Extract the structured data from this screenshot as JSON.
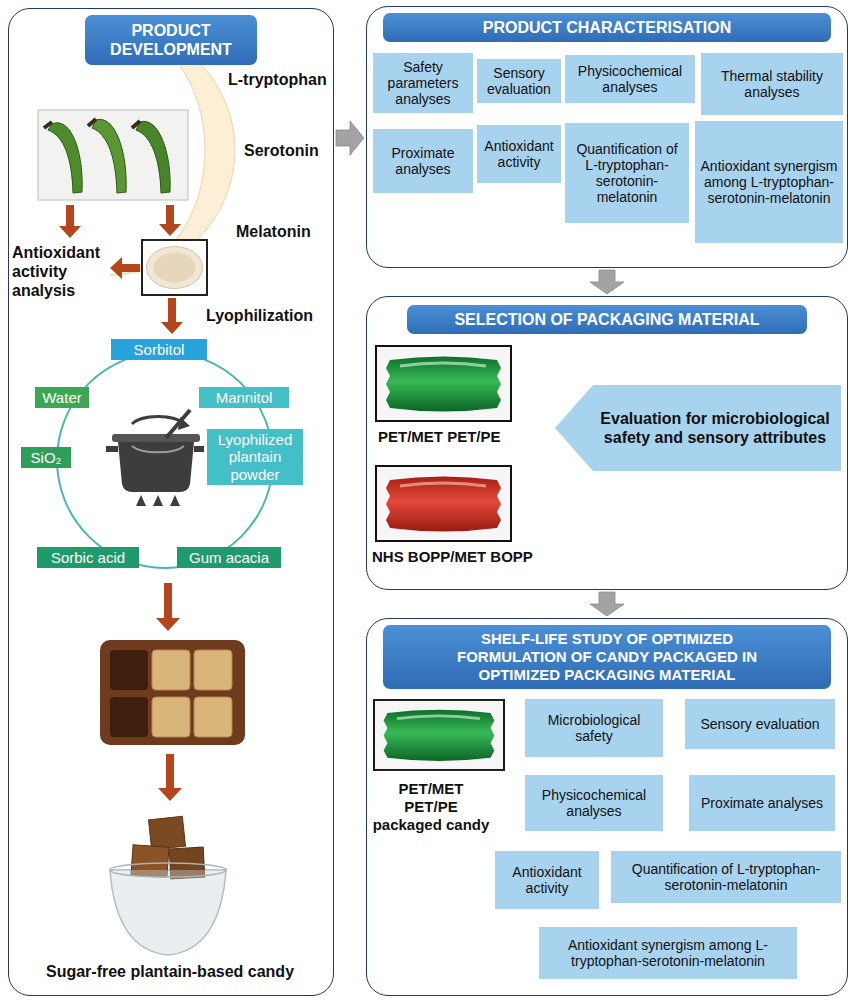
{
  "diagram": {
    "nodes": [
      {
        "text": [
          "PRODUCT DEVELOPMENT"
        ]
      },
      {
        "text": [
          "Sorbitol"
        ],
        "in": 0
      },
      {
        "text": [
          "Water"
        ],
        "in": 0
      },
      {
        "text": [
          "Mannitol"
        ],
        "in": 0
      },
      {
        "text": [
          "SiO₂"
        ],
        "in": 0
      },
      {
        "text": [
          "Lyophilized plantain powder"
        ],
        "in": 0
      },
      {
        "text": [
          "Sorbic acid"
        ],
        "in": 0
      },
      {
        "text": [
          "Gum acacia"
        ],
        "in": 0
      },
      {
        "text": [
          "PRODUCT CHARACTERISATION"
        ]
      },
      {
        "text": [
          "Safety parameters analyses"
        ],
        "in": 8
      },
      {
        "text": [
          "Sensory evaluation"
        ],
        "in": 8
      },
      {
        "text": [
          "Physicochemical analyses"
        ],
        "in": 8
      },
      {
        "text": [
          "Thermal stability analyses"
        ],
        "in": 8
      },
      {
        "text": [
          "Proximate analyses"
        ],
        "in": 8
      },
      {
        "text": [
          "Antioxidant activity"
        ],
        "in": 8
      },
      {
        "text": [
          "Quantification of L-tryptophan-serotonin-melatonin"
        ],
        "in": 8
      },
      {
        "text": [
          "Antioxidant synergism among L-tryptophan-serotonin-melatonin"
        ],
        "in": 8
      },
      {
        "text": [
          "SELECTION OF PACKAGING MATERIAL"
        ]
      },
      {
        "text": [
          "Evaluation for microbiological safety and sensory attributes"
        ],
        "in": 17
      },
      {
        "text": [
          "SHELF-LIFE STUDY OF OPTIMIZED FORMULATION OF CANDY PACKAGED IN OPTIMIZED PACKAGING MATERIAL"
        ]
      },
      {
        "text": [
          "Microbiological safety"
        ],
        "in": 19
      },
      {
        "text": [
          "Sensory evaluation"
        ],
        "in": 19
      },
      {
        "text": [
          "Physicochemical analyses"
        ],
        "in": 19
      },
      {
        "text": [
          "Proximate analyses"
        ],
        "in": 19
      },
      {
        "text": [
          "Antioxidant activity"
        ],
        "in": 19
      },
      {
        "text": [
          "Quantification of L-tryptophan-serotonin-melatonin"
        ],
        "in": 19
      },
      {
        "text": [
          "Antioxidant synergism among L-tryptophan-serotonin-melatonin"
        ],
        "in": 19
      }
    ],
    "edges": [
      {
        "from": 0,
        "to": 8,
        "arrow": "to"
      },
      {
        "from": 8,
        "to": 17,
        "arrow": "to"
      },
      {
        "from": 17,
        "to": 19,
        "arrow": "to"
      }
    ],
    "labels": [
      "L-tryptophan",
      "Serotonin",
      "Melatonin",
      "Antioxidant activity analysis",
      "Lyophilization",
      "Sugar-free plantain-based candy",
      "PET/MET PET/PE",
      "NHS BOPP/MET BOPP",
      "PET/MET PET/PE packaged candy"
    ]
  }
}
